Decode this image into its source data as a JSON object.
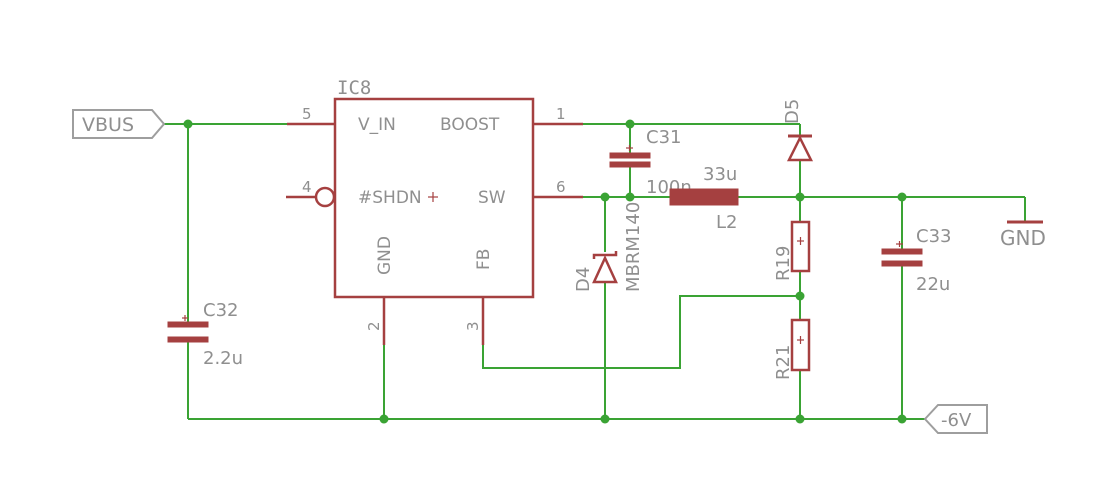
{
  "ic": {
    "name": "IC8",
    "pins": {
      "vin": "V_IN",
      "boost": "BOOST",
      "shdn": "#SHDN",
      "sw": "SW",
      "gnd": "GND",
      "fb": "FB"
    },
    "pin_numbers": {
      "vin": "5",
      "boost": "1",
      "shdn": "4",
      "sw": "6",
      "gnd": "2",
      "fb": "3"
    }
  },
  "ports": {
    "vbus": "VBUS",
    "neg6v": "-6V"
  },
  "ground_label": "GND",
  "components": {
    "c31": {
      "name": "C31",
      "value": "100n"
    },
    "c32": {
      "name": "C32",
      "value": "2.2u"
    },
    "c33": {
      "name": "C33",
      "value": "22u"
    },
    "l2": {
      "name": "L2",
      "value": "33u"
    },
    "d4": {
      "name": "D4",
      "value": "MBRM140"
    },
    "d5": {
      "name": "D5"
    },
    "r19": {
      "name": "R19"
    },
    "r21": {
      "name": "R21"
    }
  },
  "colors": {
    "wire": "#3aa334",
    "part": "#a54040",
    "label": "#8f8f8f",
    "background": "#ffffff"
  }
}
